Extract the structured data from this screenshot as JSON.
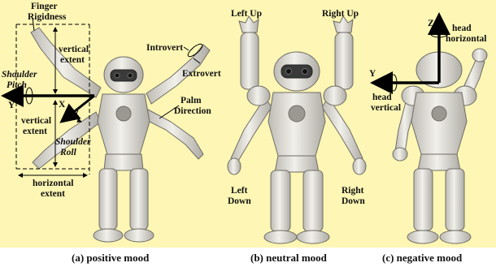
{
  "labels": {
    "finger_rigidness": [
      "Finger",
      "Rigidness"
    ],
    "vertical_extent_top": [
      "vertical",
      "extent"
    ],
    "shoulder_pitch": [
      "Shoulder",
      "Pitch"
    ],
    "axis_y": "Y",
    "axis_x": "X",
    "vertical_extent_bottom": [
      "vertical",
      "extent"
    ],
    "shoulder_roll": [
      "Shoulder",
      "Roll"
    ],
    "horizontal_extent": [
      "horizontal",
      "extent"
    ],
    "introvert": "Introvert",
    "extrovert": "Extrovert",
    "palm_direction": [
      "Palm",
      "Direction"
    ],
    "left_up": "Left Up",
    "right_up": "Right Up",
    "left_down": [
      "Left",
      "Down"
    ],
    "right_down": [
      "Right",
      "Down"
    ],
    "axis_z": "Z",
    "head_horizontal": [
      "head",
      "horizontal"
    ],
    "axis_y_c": "Y",
    "head_vertical": [
      "head",
      "vertical"
    ]
  },
  "captions": {
    "a": "(a) positive mood",
    "b": "(b) neutral mood",
    "c": "(c) negative mood"
  },
  "colors": {
    "panel_bg": "#fdf6b4",
    "robot_body": "#eceae4",
    "robot_shade": "#9a9890",
    "robot_dark": "#3a3a3a"
  }
}
